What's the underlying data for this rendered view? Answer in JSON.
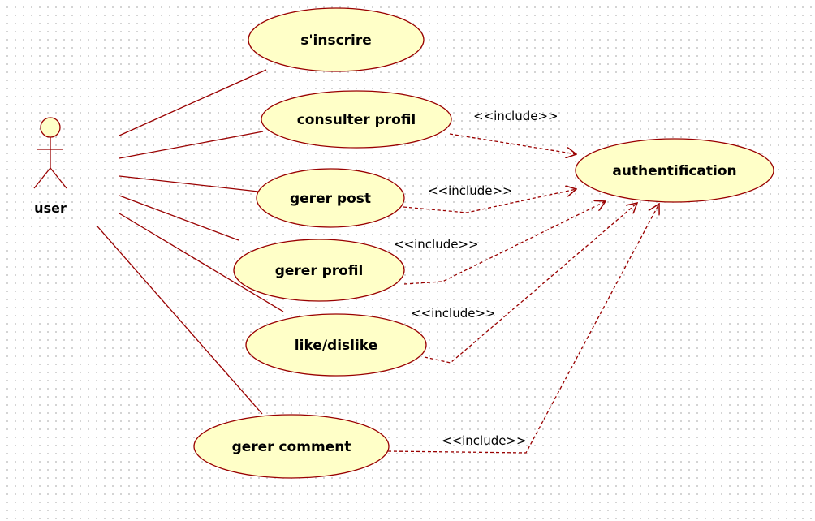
{
  "actor": {
    "label": "user"
  },
  "use_cases": {
    "sinscrire": "s'inscrire",
    "consulter_profil": "consulter profil",
    "gerer_post": "gerer post",
    "gerer_profil": "gerer profil",
    "like_dislike": "like/dislike",
    "gerer_comment": "gerer comment",
    "authentification": "authentification"
  },
  "relations": {
    "include_label": "<<include>>"
  },
  "colors": {
    "use_case_fill": "#ffffc8",
    "stroke": "#990000",
    "grid_dot": "#c9c9c9"
  }
}
